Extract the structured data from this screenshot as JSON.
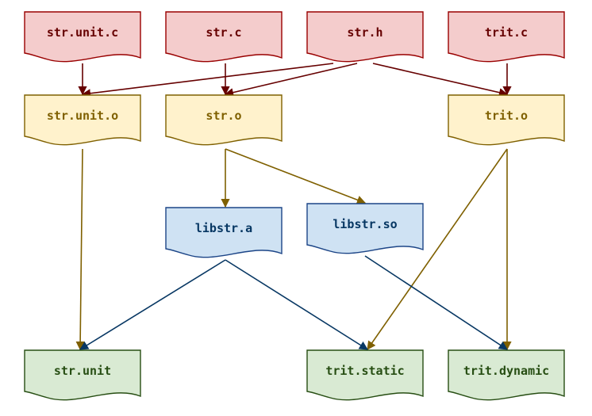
{
  "colors": {
    "source": {
      "fill": "#f4cccc",
      "stroke": "#990000",
      "text": "#660000"
    },
    "object": {
      "fill": "#fff2cc",
      "stroke": "#7f6000",
      "text": "#7f6000"
    },
    "library": {
      "fill": "#cfe2f3",
      "stroke": "#1c4587",
      "text": "#073763"
    },
    "binary": {
      "fill": "#d9ead3",
      "stroke": "#274e13",
      "text": "#274e13"
    },
    "edge_source": "#660000",
    "edge_object": "#7f6000",
    "edge_library": "#073763"
  },
  "nodes": [
    {
      "id": "str_unit_c",
      "label": "str.unit.c",
      "kind": "source"
    },
    {
      "id": "str_c",
      "label": "str.c",
      "kind": "source"
    },
    {
      "id": "str_h",
      "label": "str.h",
      "kind": "source"
    },
    {
      "id": "trit_c",
      "label": "trit.c",
      "kind": "source"
    },
    {
      "id": "str_unit_o",
      "label": "str.unit.o",
      "kind": "object"
    },
    {
      "id": "str_o",
      "label": "str.o",
      "kind": "object"
    },
    {
      "id": "trit_o",
      "label": "trit.o",
      "kind": "object"
    },
    {
      "id": "libstr_a",
      "label": "libstr.a",
      "kind": "library"
    },
    {
      "id": "libstr_so",
      "label": "libstr.so",
      "kind": "library"
    },
    {
      "id": "str_unit",
      "label": "str.unit",
      "kind": "binary"
    },
    {
      "id": "trit_static",
      "label": "trit.static",
      "kind": "binary"
    },
    {
      "id": "trit_dynamic",
      "label": "trit.dynamic",
      "kind": "binary"
    }
  ],
  "edges": [
    {
      "from": "str_unit_c",
      "to": "str_unit_o",
      "kind": "source"
    },
    {
      "from": "str_c",
      "to": "str_o",
      "kind": "source"
    },
    {
      "from": "trit_c",
      "to": "trit_o",
      "kind": "source"
    },
    {
      "from": "str_h",
      "to": "str_unit_o",
      "kind": "source"
    },
    {
      "from": "str_h",
      "to": "str_o",
      "kind": "source"
    },
    {
      "from": "str_h",
      "to": "trit_o",
      "kind": "source"
    },
    {
      "from": "str_unit_o",
      "to": "str_unit",
      "kind": "object"
    },
    {
      "from": "str_o",
      "to": "libstr_a",
      "kind": "object"
    },
    {
      "from": "str_o",
      "to": "libstr_so",
      "kind": "object"
    },
    {
      "from": "trit_o",
      "to": "trit_static",
      "kind": "object"
    },
    {
      "from": "trit_o",
      "to": "trit_dynamic",
      "kind": "object"
    },
    {
      "from": "libstr_a",
      "to": "str_unit",
      "kind": "library"
    },
    {
      "from": "libstr_a",
      "to": "trit_static",
      "kind": "library"
    },
    {
      "from": "libstr_so",
      "to": "trit_dynamic",
      "kind": "library"
    }
  ]
}
